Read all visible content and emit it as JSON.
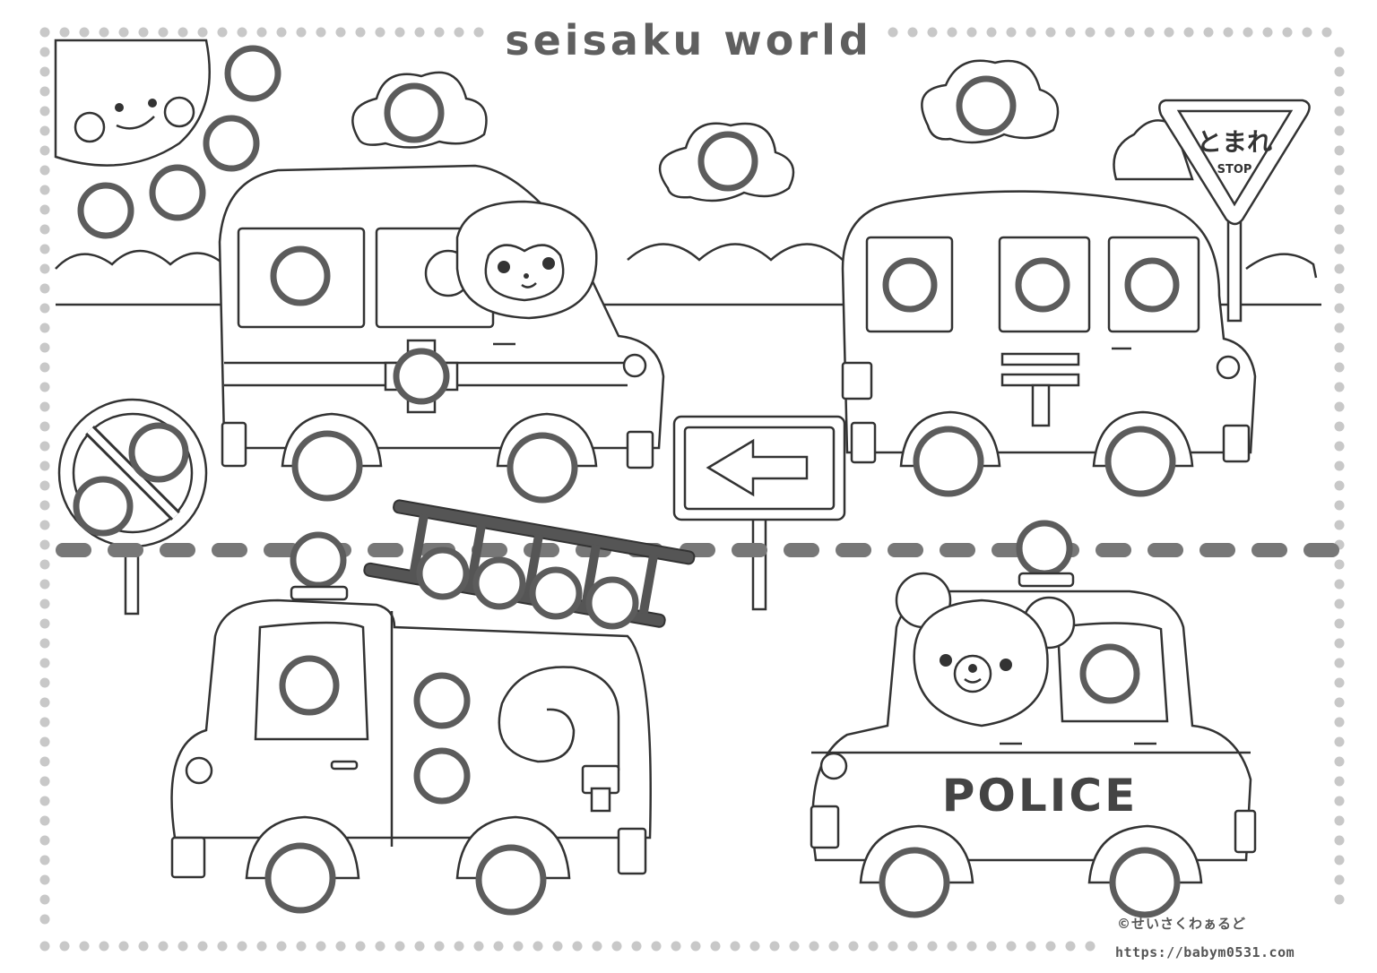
{
  "title": "seisaku world",
  "credit": "©せいさくわぁるど",
  "url": "https://babym0531.com",
  "stop_sign": {
    "main": "とまれ",
    "sub": "STOP"
  },
  "police_label": "POLICE",
  "colors": {
    "outline": "#333333",
    "sticker_circle": "#5c5c5c",
    "dotted_border": "#c8c8c8",
    "road_dash": "#777777"
  }
}
